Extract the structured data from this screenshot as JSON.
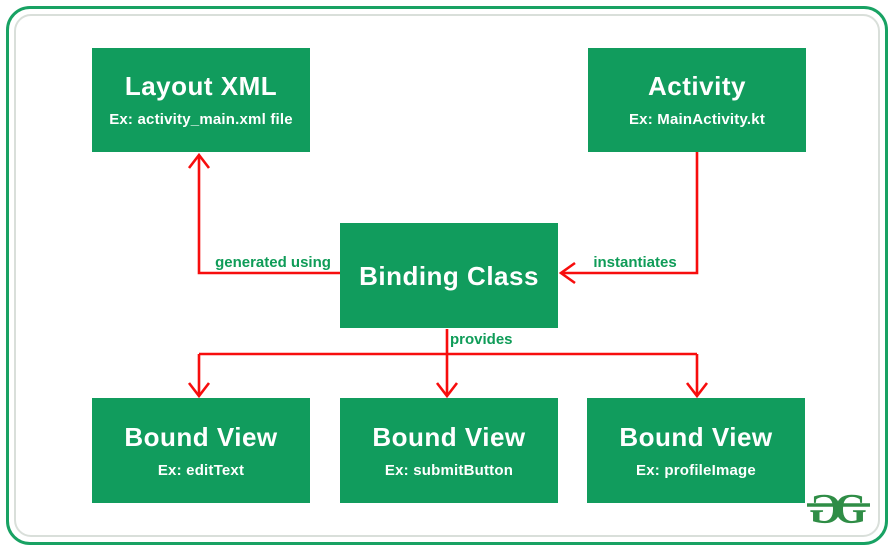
{
  "diagram": {
    "nodes": {
      "layout_xml": {
        "title": "Layout XML",
        "subtitle": "Ex: activity_main.xml file"
      },
      "activity": {
        "title": "Activity",
        "subtitle": "Ex: MainActivity.kt"
      },
      "binding_class": {
        "title": "Binding Class"
      },
      "bound_view_edittext": {
        "title": "Bound View",
        "subtitle": "Ex: editText"
      },
      "bound_view_submitbutton": {
        "title": "Bound View",
        "subtitle": "Ex: submitButton"
      },
      "bound_view_profileimage": {
        "title": "Bound View",
        "subtitle": "Ex: profileImage"
      }
    },
    "edges": [
      {
        "label": "generated using",
        "from": "Binding Class",
        "to": "Layout XML"
      },
      {
        "label": "instantiates",
        "from": "Activity",
        "to": "Binding Class"
      },
      {
        "label": "provides",
        "from": "Binding Class",
        "to": "Bound View (editText, submitButton, profileImage)"
      }
    ],
    "colors": {
      "node_fill": "#119c5d",
      "node_text": "#ffffff",
      "edge_label_green": "#0f9c58",
      "arrow_red": "#f70d0d",
      "outer_border_green": "#18a263",
      "inner_border_gray": "#d9dfda",
      "logo_green": "#2f8d46"
    },
    "logo": {
      "name": "GeeksforGeeks",
      "letter": "G"
    }
  }
}
